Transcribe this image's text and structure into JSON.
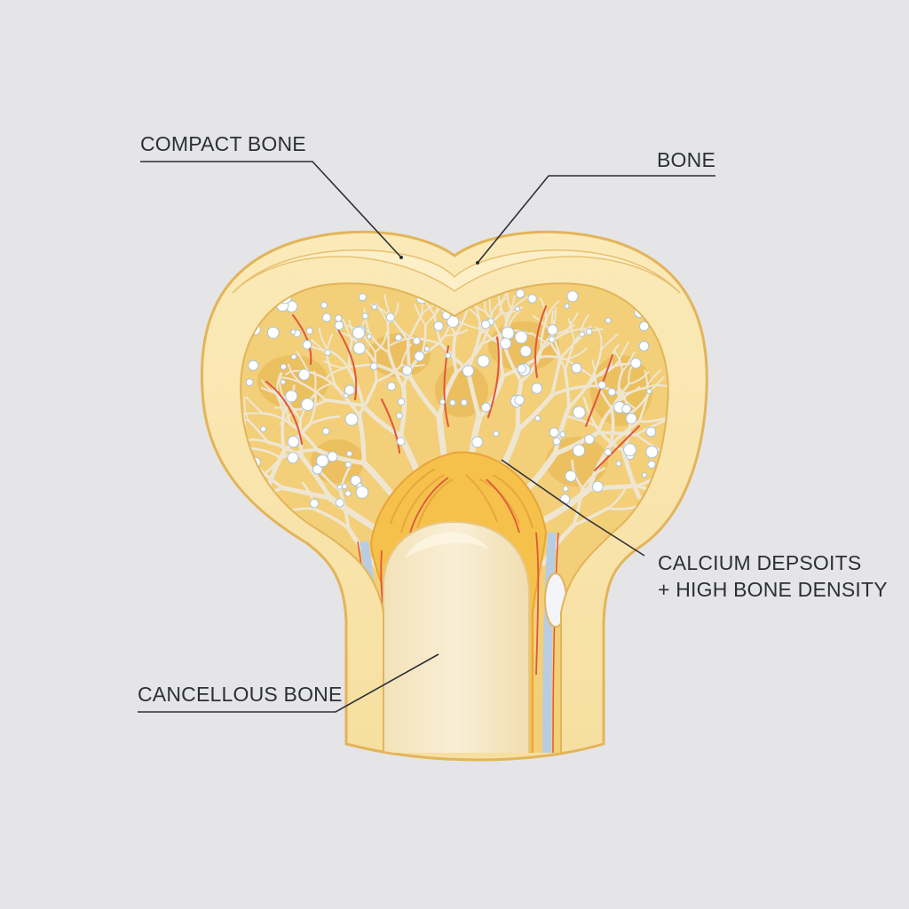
{
  "colors": {
    "background": "#e5e5e7",
    "compact_bone": "#f7e3a6",
    "compact_outline": "#e3b45a",
    "marrow": "#f0c868",
    "trabeculae": "#efe6d2",
    "crystals": "#ffffff",
    "vessels": "#e0563c",
    "canal": "#f7ebc8",
    "leader_lines": "#2b3036"
  },
  "labels": {
    "compact_bone": "COMPACT BONE",
    "bone": "BONE",
    "calcium_line1": "CALCIUM DEPSOITS",
    "calcium_line2": "+ HIGH BONE DENSITY",
    "cancellous_bone": "CANCELLOUS BONE"
  }
}
